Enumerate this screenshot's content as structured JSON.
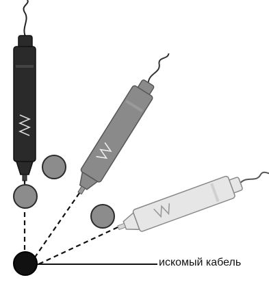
{
  "caption": "искомый кабель",
  "colors": {
    "probe_dark": "#2a2a2a",
    "probe_mid": "#8a8a8a",
    "probe_light": "#e6e6e6",
    "probe_outline": "#555555",
    "circle_fill": "#8c8c8c",
    "circle_stroke": "#2a2a2a",
    "target_cable": "#111111",
    "line": "#111111"
  },
  "probes": [
    {
      "shade": "dark"
    },
    {
      "shade": "mid"
    },
    {
      "shade": "light"
    }
  ],
  "cables": [
    {
      "role": "target"
    },
    {
      "role": "neighbor"
    },
    {
      "role": "neighbor"
    },
    {
      "role": "neighbor"
    }
  ]
}
